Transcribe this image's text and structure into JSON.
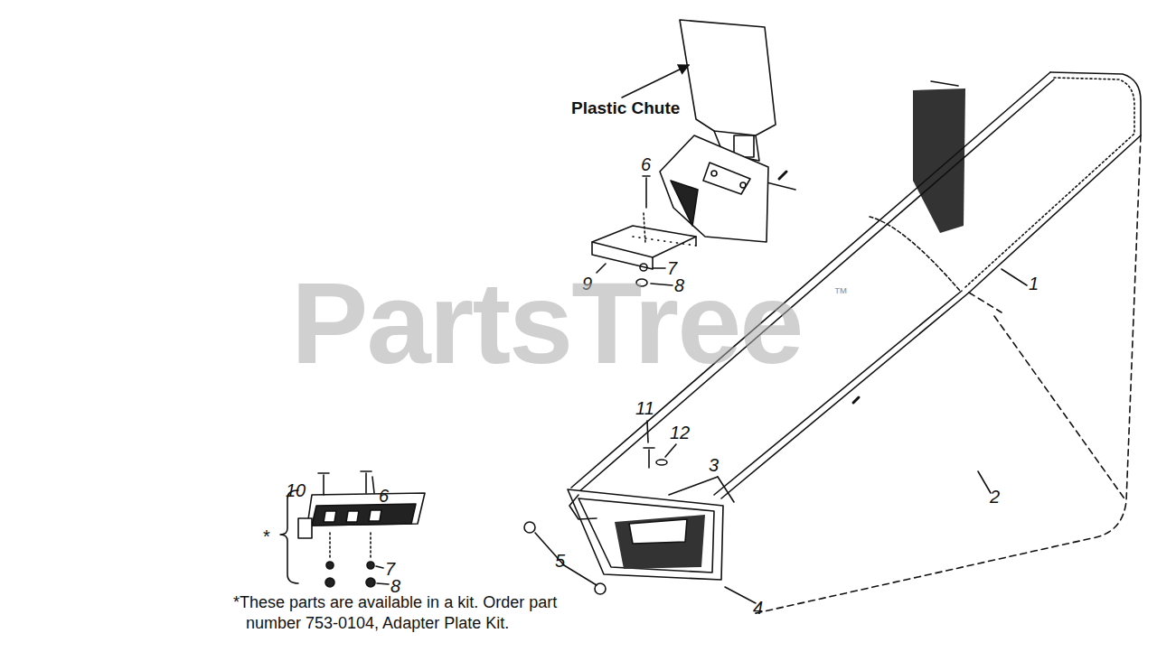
{
  "diagram": {
    "labels": [
      "Plastic Chute",
      "6",
      "7",
      "8",
      "9",
      "1",
      "11",
      "12",
      "3",
      "2",
      "5",
      "4",
      "6",
      "10",
      "7",
      "8",
      "*",
      "*These parts are available in a kit. Order part number 753-0104, Adapter Plate Kit.",
      "PartsTree",
      "™"
    ]
  }
}
